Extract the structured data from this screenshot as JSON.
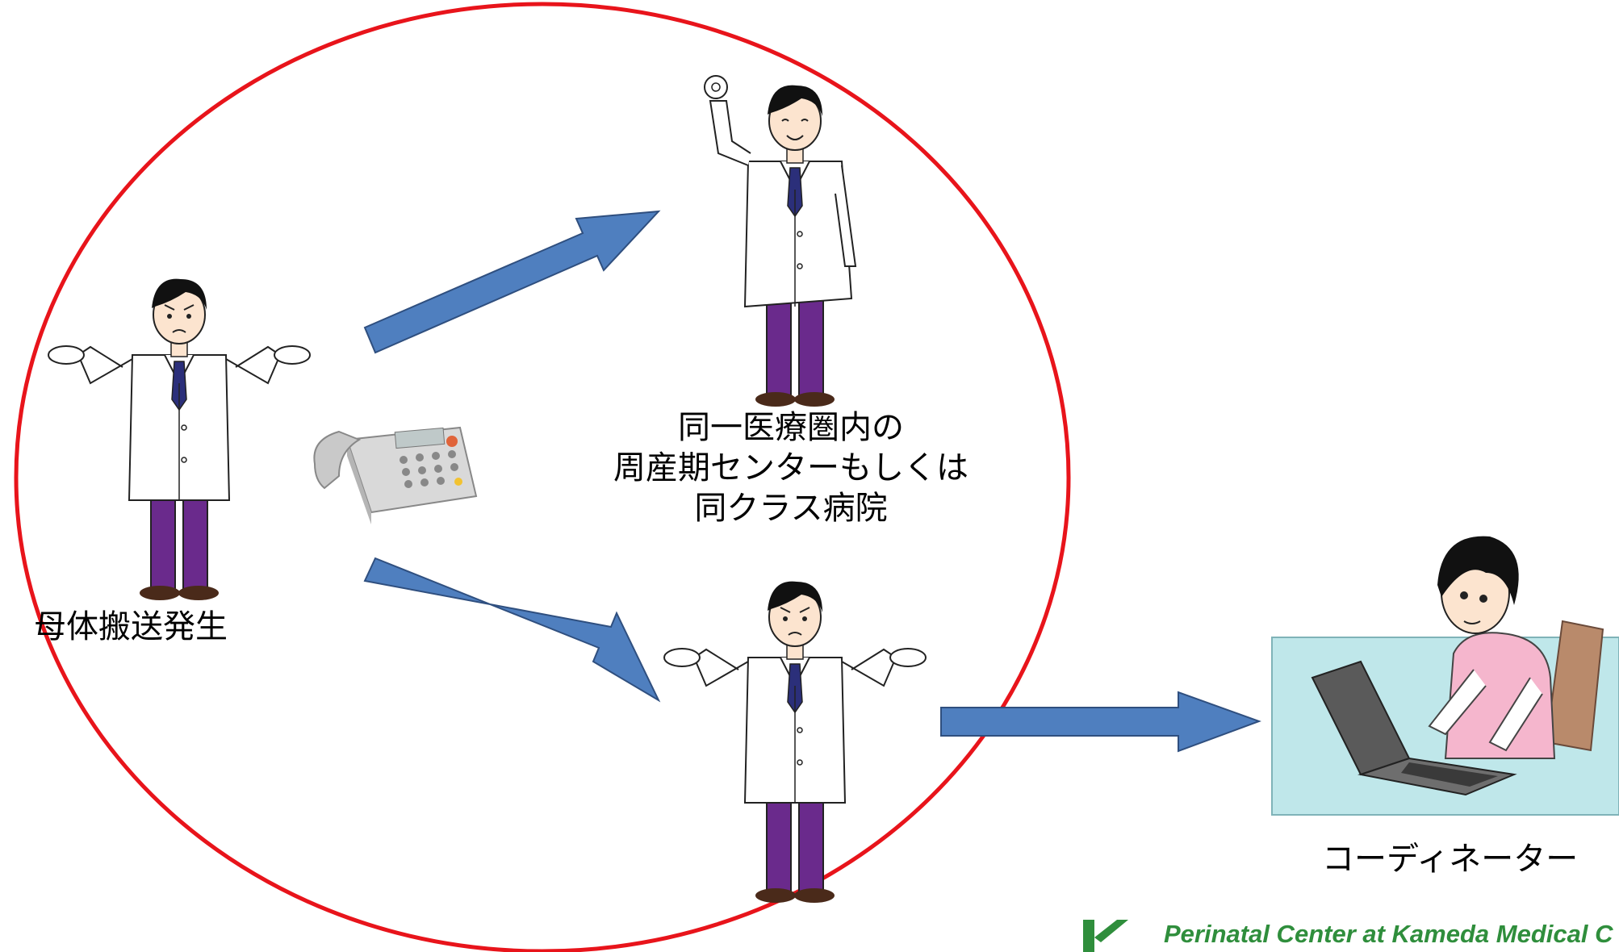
{
  "labels": {
    "origin": "母体搬送発生",
    "center_line1": "同一医療圏内の",
    "center_line2": "周産期センターもしくは",
    "center_line3": "同クラス病院",
    "coordinator": "コーディネーター"
  },
  "footer": {
    "organization": "Perinatal Center at Kameda Medical C"
  },
  "colors": {
    "ellipse": "#e8141b",
    "arrow_fill": "#4f7fbf",
    "arrow_stroke": "#2f4f7f",
    "coat": "#ffffff",
    "trousers": "#6a2a8c",
    "tie": "#2b2f7a",
    "desk": "#bfe7ea",
    "chair": "#b98a6b",
    "cardigan": "#f5b6cd",
    "footer_green": "#2f8e3c"
  },
  "icons": [
    "doctor-confused-icon",
    "doctor-ok-icon",
    "doctor-confused-icon",
    "telephone-icon",
    "coordinator-laptop-icon",
    "kameda-logo-icon"
  ]
}
